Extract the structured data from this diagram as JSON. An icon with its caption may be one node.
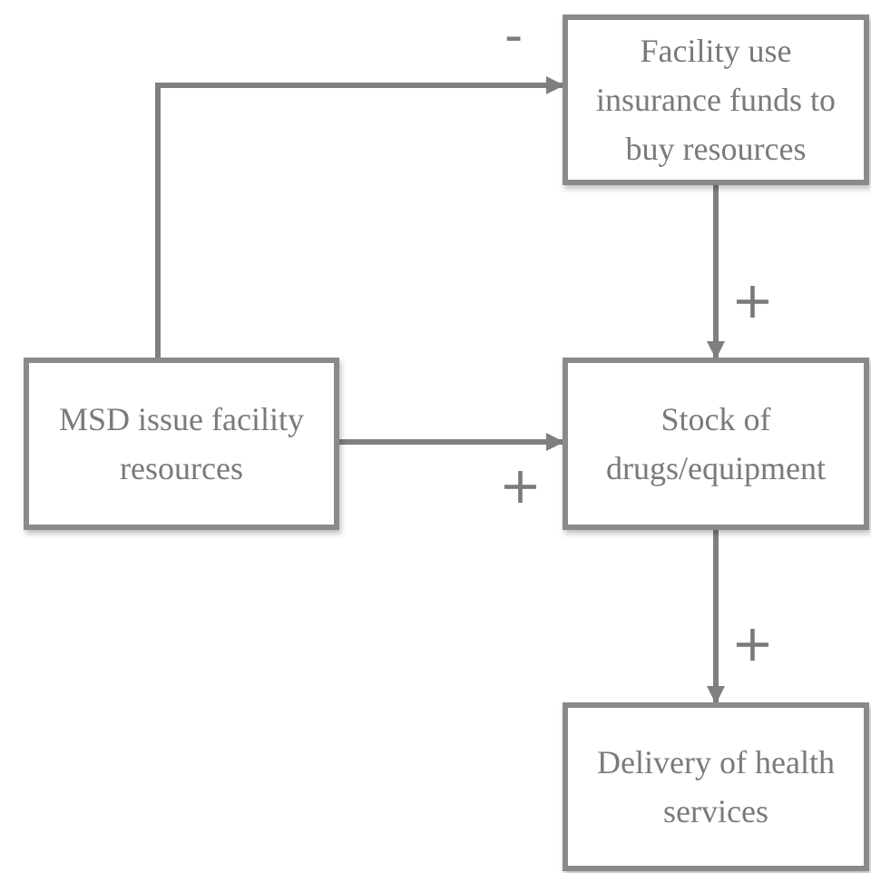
{
  "diagram": {
    "nodes": [
      {
        "text": [
          "Facility use insurance funds to buy resources"
        ]
      },
      {
        "text": [
          "MSD issue facility resources"
        ]
      },
      {
        "text": [
          "Stock of drugs/equipment"
        ]
      },
      {
        "text": [
          "Delivery of health services"
        ]
      }
    ],
    "edges": [
      {
        "from": 1,
        "to": 0,
        "arrow": "to",
        "label": "-"
      },
      {
        "from": 0,
        "to": 2,
        "arrow": "to",
        "label": "+"
      },
      {
        "from": 1,
        "to": 2,
        "arrow": "to",
        "label": "+"
      },
      {
        "from": 2,
        "to": 3,
        "arrow": "to",
        "label": "+"
      }
    ]
  }
}
